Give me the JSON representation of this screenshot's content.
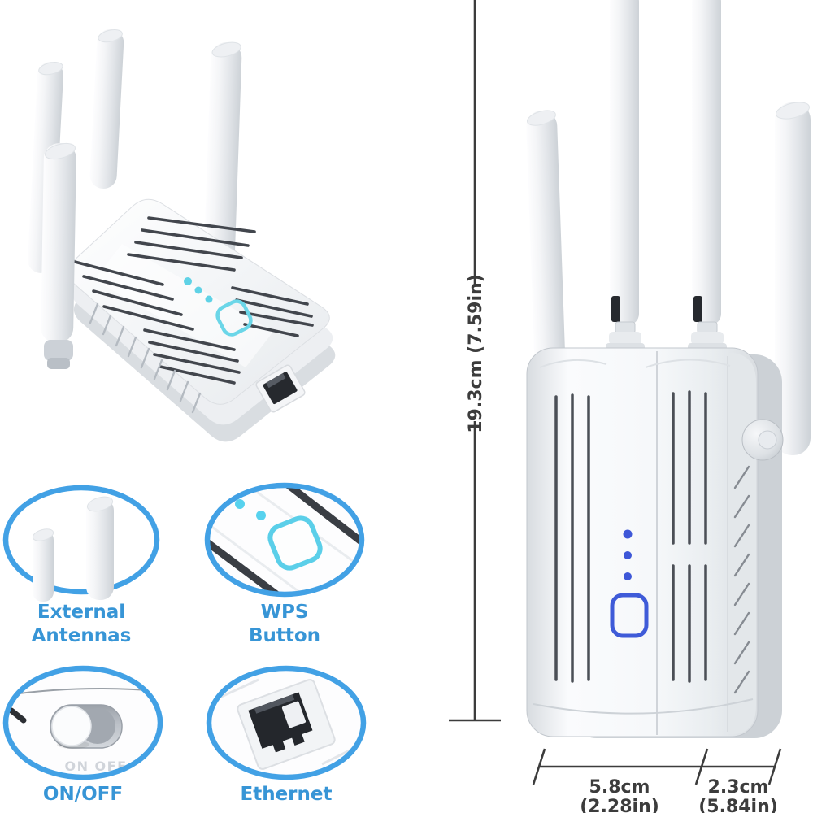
{
  "callouts": [
    {
      "label_line1": "External",
      "label_line2": "Antennas"
    },
    {
      "label_line1": "WPS",
      "label_line2": "Button"
    },
    {
      "label_line1": "ON/OFF",
      "label_line2": ""
    },
    {
      "label_line1": "Ethernet",
      "label_line2": ""
    }
  ],
  "switch": {
    "embossed_label": "ON OFF"
  },
  "dimensions": {
    "height_label": "19.3cm (7.59in)",
    "width_main_cm": "5.8cm",
    "width_main_in": "(2.28in)",
    "width_side_cm": "2.3cm",
    "width_side_in": "(5.84in)"
  },
  "colors": {
    "callout_ring_blue": "#42a1e5",
    "label_blue": "#3795d6",
    "led_cyan": "#5fd2e6",
    "led_blue": "#3e57d8",
    "wps_ring_blue": "#3f5bd8",
    "dimension_gray": "#3c3c3c"
  }
}
